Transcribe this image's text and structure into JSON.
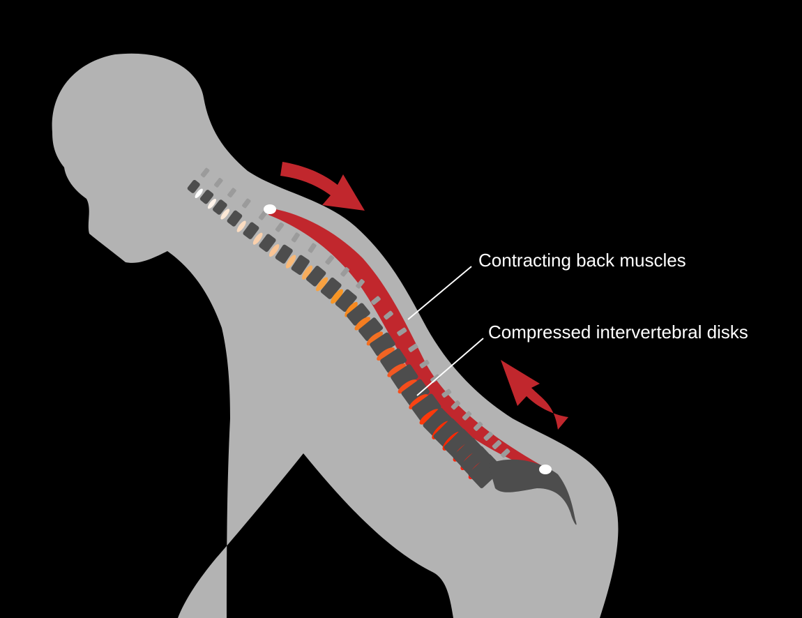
{
  "labels": {
    "muscles": "Contracting back muscles",
    "disks": "Compressed intervertebral disks"
  },
  "colors": {
    "background": "#000000",
    "body": "#b3b3b3",
    "vertebra": "#4d4d4d",
    "vertebra_process": "#9b9b9b",
    "muscle": "#c1272d",
    "arrow": "#c1272d",
    "attachment": "#ffffff",
    "leader_line": "#ffffff",
    "disk_gradient": [
      "#ffffff",
      "#f9c9a0",
      "#f7931e",
      "#f15a24",
      "#ff2a00",
      "#ff1a1a"
    ]
  },
  "spine": {
    "vertebra_count": 24,
    "disk_count": 24
  },
  "arrows": [
    {
      "name": "shoulder-arrow",
      "direction": "down-right"
    },
    {
      "name": "hip-arrow",
      "direction": "up-left"
    }
  ]
}
